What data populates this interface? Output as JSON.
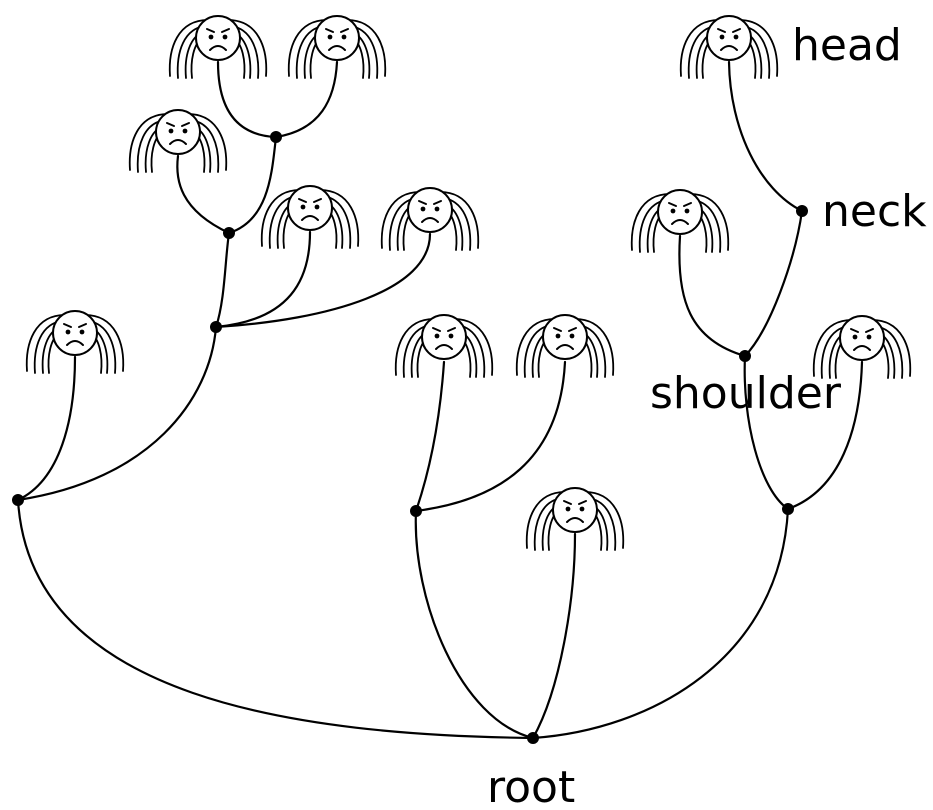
{
  "labels": {
    "head": "head",
    "neck": "neck",
    "shoulder": "shoulder",
    "root": "root"
  },
  "icons": {
    "leaf": "sad-face-head-icon",
    "node": "junction-dot"
  },
  "tree": {
    "root": "root",
    "structure": [
      [
        "root",
        "left-branch"
      ],
      [
        "root",
        "middle-branch"
      ],
      [
        "root",
        "right-branch"
      ],
      [
        "left-branch",
        "leaf"
      ],
      [
        "left-branch",
        "upper-left-node"
      ],
      [
        "upper-left-node",
        "leaf"
      ],
      [
        "upper-left-node",
        "leaf"
      ],
      [
        "upper-left-node",
        "top-left-node"
      ],
      [
        "top-left-node",
        "leaf"
      ],
      [
        "top-left-node",
        "top-node"
      ],
      [
        "top-node",
        "leaf"
      ],
      [
        "top-node",
        "leaf"
      ],
      [
        "middle-branch",
        "leaf"
      ],
      [
        "middle-branch",
        "leaf"
      ],
      [
        "root",
        "leaf"
      ],
      [
        "right-branch",
        "leaf"
      ],
      [
        "right-branch",
        "shoulder"
      ],
      [
        "shoulder",
        "leaf"
      ],
      [
        "shoulder",
        "neck"
      ],
      [
        "neck",
        "head"
      ]
    ]
  }
}
